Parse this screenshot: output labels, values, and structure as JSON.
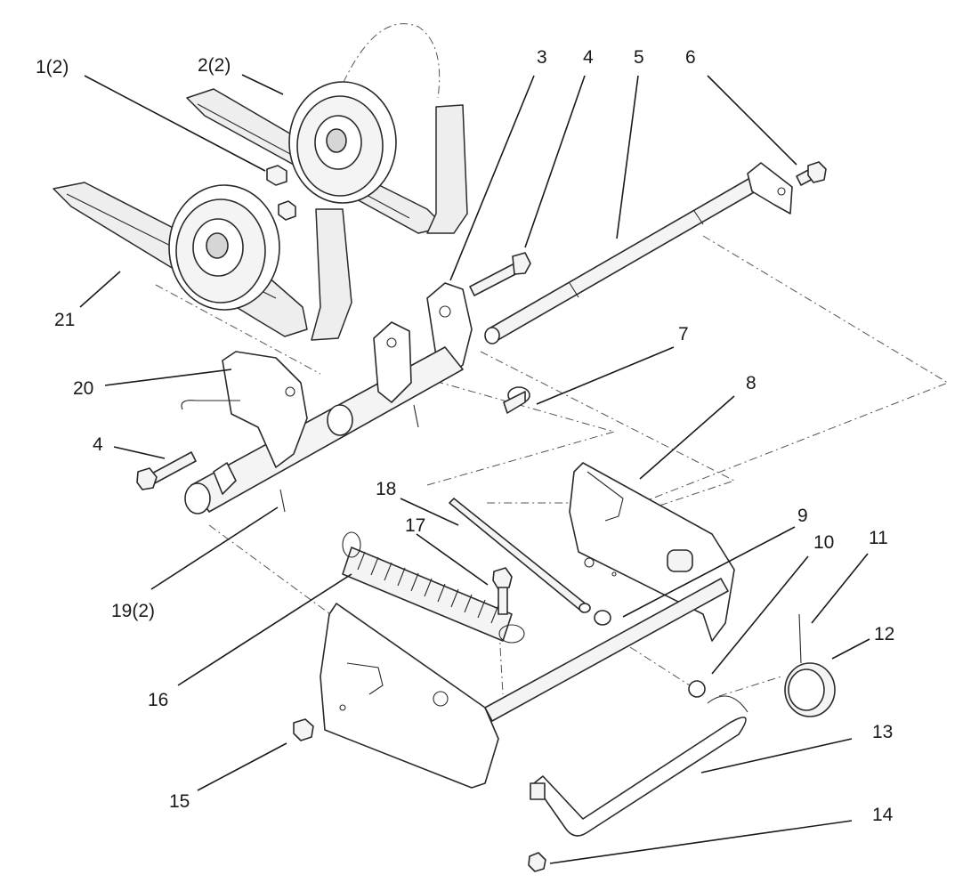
{
  "diagram": {
    "callouts": [
      {
        "id": "c1",
        "label": "1(2)"
      },
      {
        "id": "c2",
        "label": "2(2)"
      },
      {
        "id": "c3",
        "label": "3"
      },
      {
        "id": "c4a",
        "label": "4"
      },
      {
        "id": "c5",
        "label": "5"
      },
      {
        "id": "c6",
        "label": "6"
      },
      {
        "id": "c7",
        "label": "7"
      },
      {
        "id": "c8",
        "label": "8"
      },
      {
        "id": "c9",
        "label": "9"
      },
      {
        "id": "c10",
        "label": "10"
      },
      {
        "id": "c11",
        "label": "11"
      },
      {
        "id": "c12",
        "label": "12"
      },
      {
        "id": "c13",
        "label": "13"
      },
      {
        "id": "c14",
        "label": "14"
      },
      {
        "id": "c15",
        "label": "15"
      },
      {
        "id": "c16",
        "label": "16"
      },
      {
        "id": "c17",
        "label": "17"
      },
      {
        "id": "c18",
        "label": "18"
      },
      {
        "id": "c19",
        "label": "19(2)"
      },
      {
        "id": "c20",
        "label": "20"
      },
      {
        "id": "c4b",
        "label": "4"
      },
      {
        "id": "c21",
        "label": "21"
      }
    ]
  }
}
